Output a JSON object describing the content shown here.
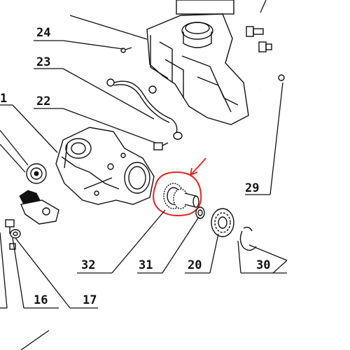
{
  "callouts": {
    "c24": "24",
    "c23": "23",
    "c22": "22",
    "c21": "1",
    "c29": "29",
    "c32": "32",
    "c31": "31",
    "c20": "20",
    "c30": "30",
    "c16": "16",
    "c17": "17"
  },
  "colors": {
    "ink": "#111111",
    "highlight": "#e8231f",
    "background": "#ffffff"
  },
  "icons": {
    "highlight_circle": "red-circle-highlight",
    "highlight_arrow": "red-arrow-icon"
  }
}
